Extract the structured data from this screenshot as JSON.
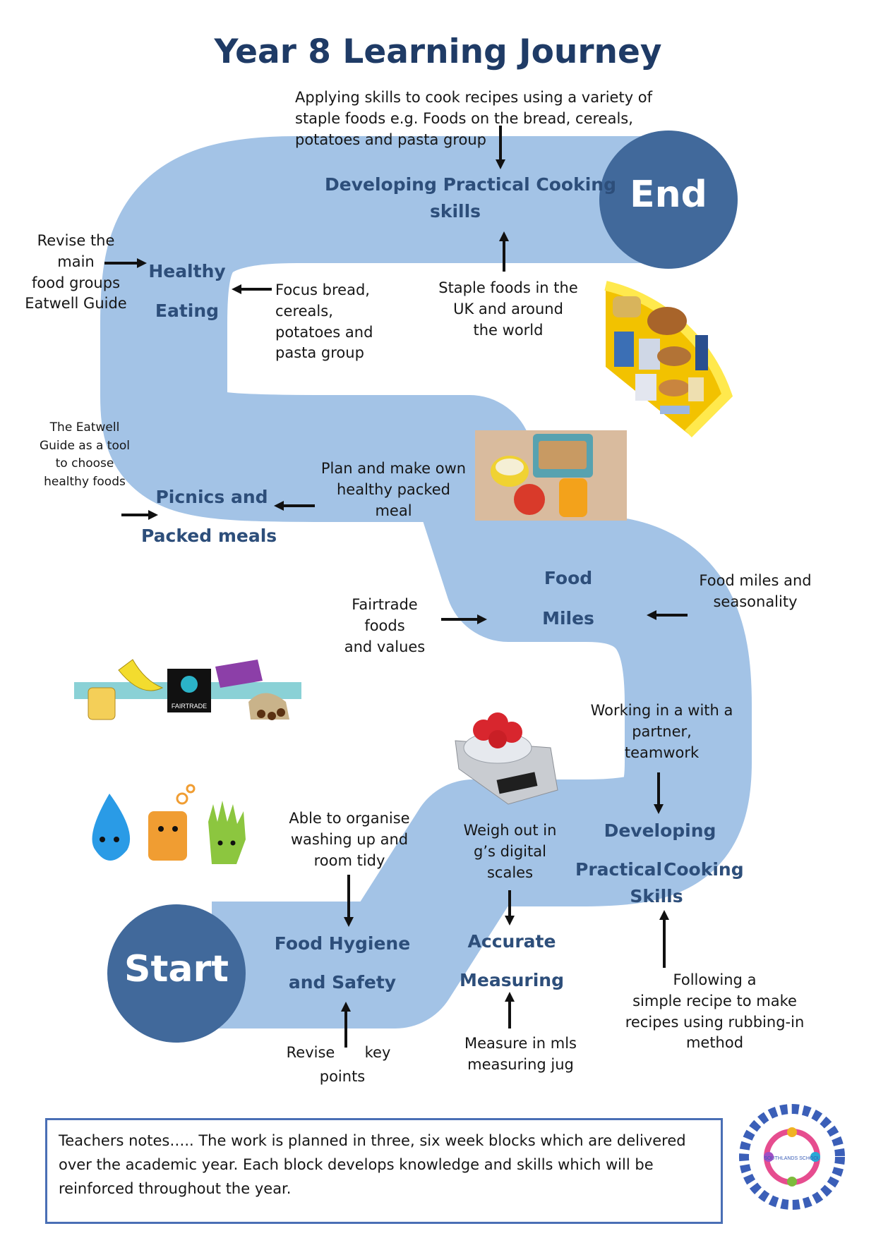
{
  "title": "Year 8 Learning Journey",
  "start_label": "Start",
  "end_label": "End",
  "topics": {
    "practical_top_line1": "Developing Practical Cooking",
    "practical_top_line2": "skills",
    "healthy_line1": "Healthy",
    "healthy_line2": "Eating",
    "picnics_line1": "Picnics and",
    "picnics_line2": "Packed meals",
    "food_miles_line1": "Food",
    "food_miles_line2": "Miles",
    "developing_line1": "Developing",
    "developing_line2a": "Practical",
    "developing_line2b": "Cooking",
    "developing_line3": "Skills",
    "hygiene_line1": "Food Hygiene",
    "hygiene_line2": "and Safety",
    "accurate_line1": "Accurate",
    "accurate_line2": "Measuring"
  },
  "notes": {
    "applying": [
      "Applying skills to cook recipes using a variety of",
      "staple foods e.g. Foods on the bread, cereals,",
      "potatoes and pasta group"
    ],
    "staple": [
      "Staple foods in the",
      "UK and around",
      "the world"
    ],
    "revise_main": [
      "Revise the",
      "main",
      "food groups",
      "Eatwell Guide"
    ],
    "focus_bread": [
      "Focus bread,",
      "cereals,",
      "potatoes and",
      "pasta group"
    ],
    "eatwell_tool": [
      "The Eatwell",
      "Guide as a tool",
      "to choose",
      "healthy foods"
    ],
    "plan_make": [
      "Plan and make own",
      "healthy packed",
      "meal"
    ],
    "food_miles_season": [
      "Food miles and",
      "seasonality"
    ],
    "fairtrade": [
      "Fairtrade",
      "foods",
      "and values"
    ],
    "working_partner": [
      "Working in a with a",
      "partner,",
      "teamwork"
    ],
    "organise": [
      "Able to organise",
      "washing up and",
      "room tidy"
    ],
    "weigh": [
      "Weigh out in",
      "g’s digital",
      "scales"
    ],
    "following": [
      "Following a",
      "simple recipe to make",
      "recipes using rubbing-in",
      "method"
    ],
    "revise_key_a": "Revise",
    "revise_key_b": "key",
    "revise_key_c": "points",
    "measure_mls": [
      "Measure in mls",
      "measuring jug"
    ]
  },
  "image_text": {
    "fairtrade_logo": "FAIRTRADE",
    "school_logo": "SOUTHLANDS SCHOOL"
  },
  "teachers_notes": "Teachers notes…..   The work is planned in three, six week blocks which  are delivered over the academic year. Each block develops knowledge and skills which will be reinforced throughout the year.",
  "colors": {
    "path": "#a3c3e6",
    "circle": "#41699b",
    "title": "#1f3b66",
    "labels": "#2d4e7a",
    "border": "#4a6fb5"
  },
  "icons": [
    "bread-cereals-wedge-icon",
    "lunchbox-photo-icon",
    "fairtrade-products-icon",
    "hygiene-characters-icon",
    "kitchen-scale-icon",
    "southlands-logo-icon"
  ]
}
